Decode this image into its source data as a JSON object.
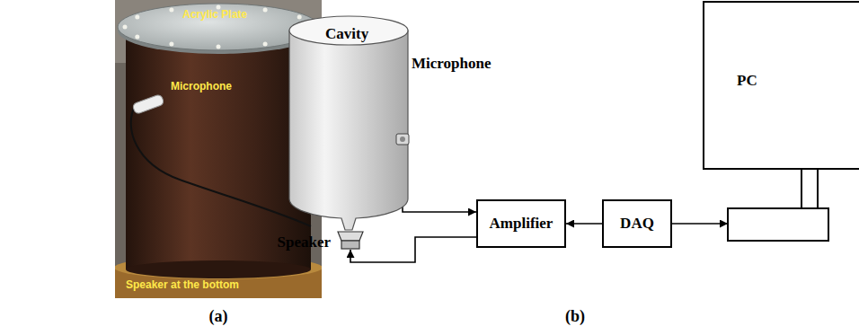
{
  "diagram": {
    "nodes": [
      {
        "text": [
          "Cavity"
        ]
      },
      {
        "text": [
          "Microphone"
        ]
      },
      {
        "text": [
          "Speaker"
        ]
      },
      {
        "text": [
          "Amplifier"
        ]
      },
      {
        "text": [
          "DAQ"
        ]
      },
      {
        "text": [
          "PC"
        ]
      }
    ],
    "edges": [
      {
        "from": 1,
        "to": 3,
        "arrow": "to"
      },
      {
        "from": 3,
        "to": 2,
        "arrow": "to"
      },
      {
        "from": 4,
        "to": 3,
        "arrow": "to"
      },
      {
        "from": 4,
        "to": 5,
        "arrow": "to"
      }
    ],
    "labels": [
      "Acrylic Plate",
      "Microphone",
      "Speaker at the bottom",
      "(a)",
      "(b)"
    ]
  }
}
